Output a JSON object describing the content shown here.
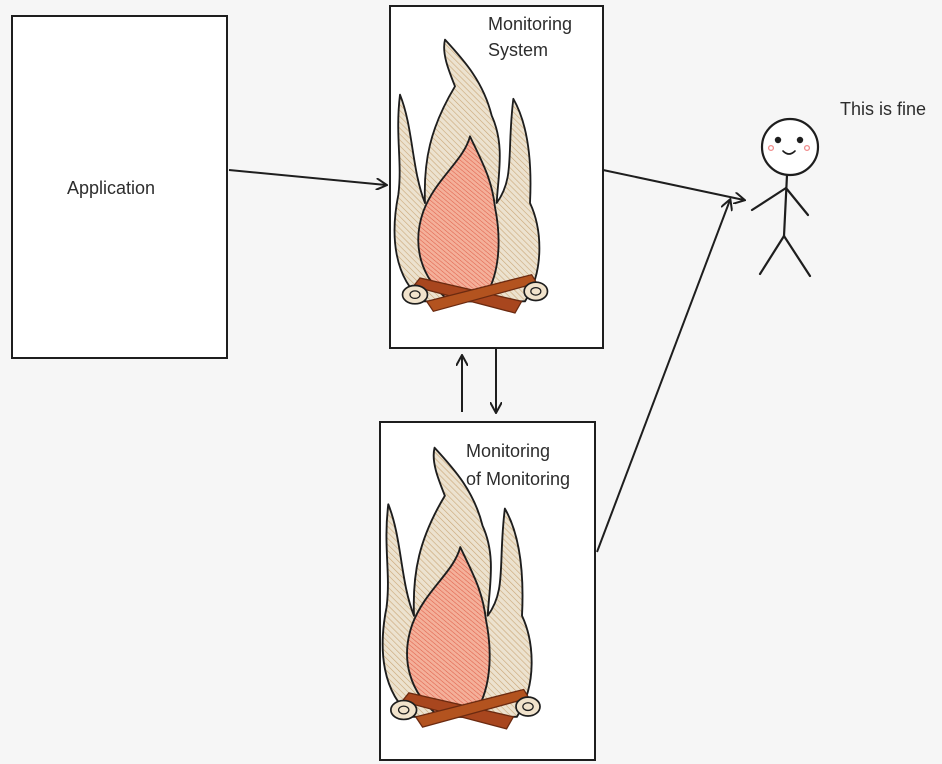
{
  "nodes": {
    "application": {
      "label": "Application"
    },
    "monitoring_system": {
      "label_line1": "Monitoring",
      "label_line2": "System"
    },
    "monitoring_of_monitoring": {
      "label_line1": "Monitoring",
      "label_line2": "of Monitoring"
    },
    "person": {
      "caption": "This is fine"
    }
  },
  "colors": {
    "stroke": "#1e1e1e",
    "flame_outer": "#e8dcc5",
    "flame_outer_hatch": "#c9a676",
    "flame_inner": "#f2a48c",
    "flame_inner_hatch": "#e0604a",
    "log_wood": "#a8461e",
    "log_end": "#f1e3cc",
    "cheek": "#f08c8c"
  },
  "icons": {
    "fire": "campfire-icon",
    "person": "stick-figure-icon"
  }
}
